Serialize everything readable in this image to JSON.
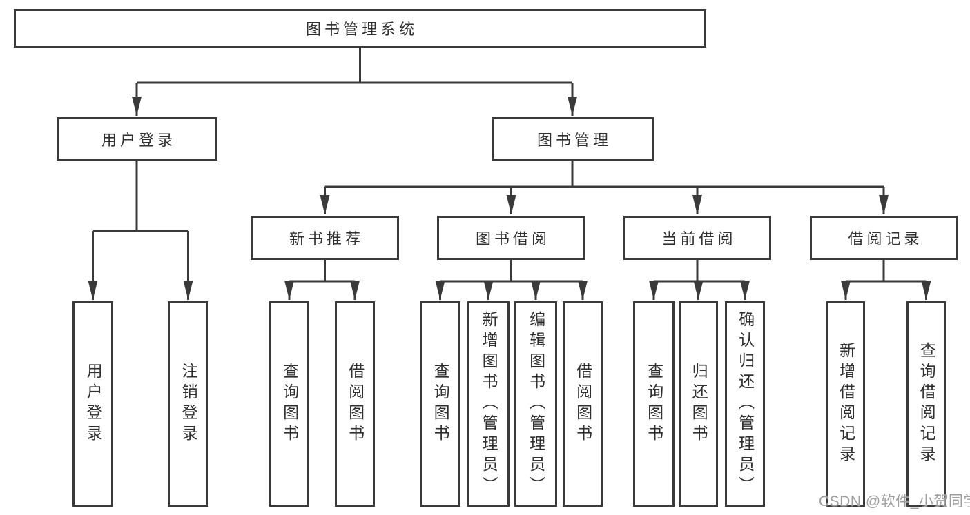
{
  "diagram": {
    "root": {
      "label": "图书管理系统"
    },
    "branches": [
      {
        "label": "用户登录",
        "children": [
          {
            "label": "用户登录"
          },
          {
            "label": "注销登录"
          }
        ]
      },
      {
        "label": "图书管理",
        "children": [
          {
            "label": "新书推荐",
            "children": [
              {
                "label": "查询图书"
              },
              {
                "label": "借阅图书"
              }
            ]
          },
          {
            "label": "图书借阅",
            "children": [
              {
                "label": "查询图书"
              },
              {
                "label": "新增图书（管理员）"
              },
              {
                "label": "编辑图书（管理员）"
              },
              {
                "label": "借阅图书"
              }
            ]
          },
          {
            "label": "当前借阅",
            "children": [
              {
                "label": "查询图书"
              },
              {
                "label": "归还图书"
              },
              {
                "label": "确认归还（管理员）"
              }
            ]
          },
          {
            "label": "借阅记录",
            "children": [
              {
                "label": "新增借阅记录"
              },
              {
                "label": "查询借阅记录"
              }
            ]
          }
        ]
      }
    ]
  },
  "watermark": {
    "text": "CSDN @软件_小贺同学"
  },
  "colors": {
    "line": "#3a3a3a",
    "text": "#303030",
    "background": "#ffffff",
    "watermark": "#9e9e9e"
  }
}
